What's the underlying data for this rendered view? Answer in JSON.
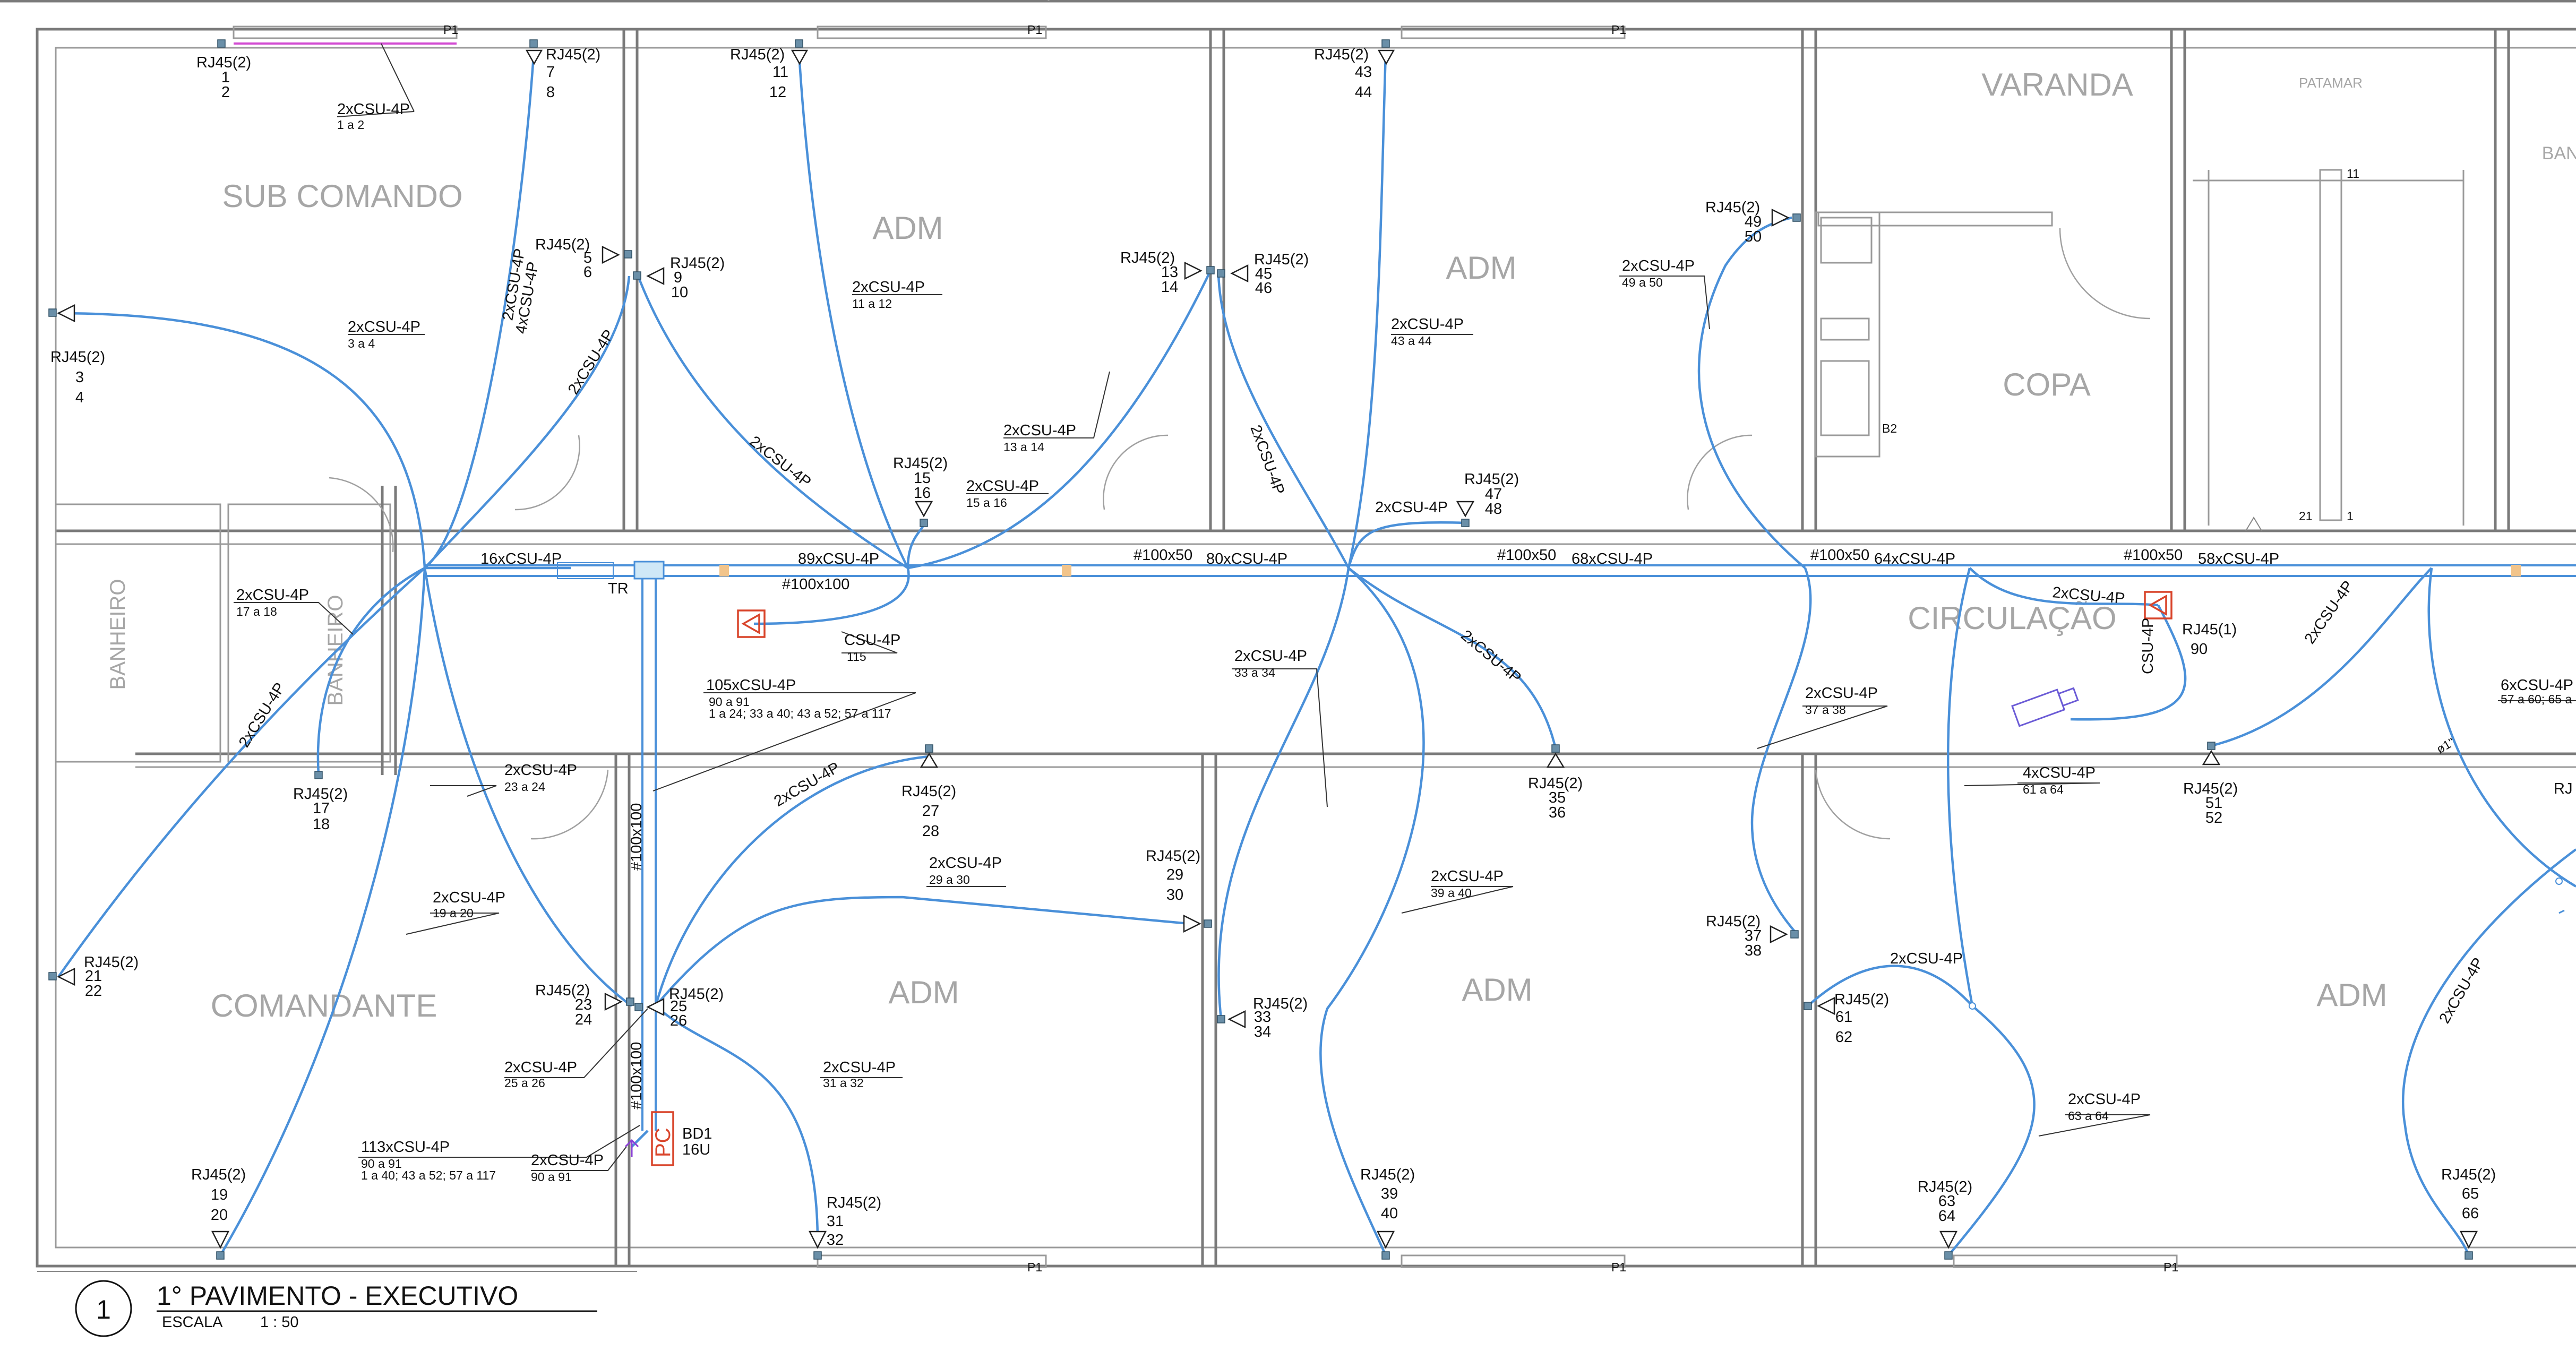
{
  "rooms": {
    "sub_comando": "SUB COMANDO",
    "adm_1": "ADM",
    "adm_2": "ADM",
    "adm_3": "ADM",
    "adm_4": "ADM",
    "adm_5": "ADM",
    "varanda": "VARANDA",
    "copa": "COPA",
    "circulacao": "CIRCULAÇÃO",
    "banheiro_1": "BANHEIRO",
    "banheiro_2": "BANHEIRO",
    "comandante": "COMANDANTE",
    "patamar": "PATAMAR",
    "banh_cut": "BANH"
  },
  "doors": {
    "p1": "P1"
  },
  "markers": {
    "b2": "B2",
    "n11": "11",
    "n21": "21",
    "n1": "1"
  },
  "trays": {
    "t1": "#100x100",
    "t2": "#100x50",
    "t3": "#100x50",
    "t4": "#100x50",
    "t5": "#100x50",
    "v1": "#100x100",
    "v2": "#100x100"
  },
  "tr": "TR",
  "rack": {
    "pc": "PC",
    "bd1": "BD1",
    "units": "16U"
  },
  "runs": {
    "r16": "16xCSU-4P",
    "r89": "89xCSU-4P",
    "r80": "80xCSU-4P",
    "r68": "68xCSU-4P",
    "r64": "64xCSU-4P",
    "r58": "58xCSU-4P",
    "r105": "105xCSU-4P",
    "r105_a": "90 a 91",
    "r105_b": "1 a 24; 33 a 40; 43 a 52; 57 a 117",
    "r113": "113xCSU-4P",
    "r113_a": "90 a 91",
    "r113_b": "1 a 40; 43 a 52; 57 a 117",
    "r6": "6xCSU-4P",
    "r6_a": "57 a 60; 65 a",
    "r4": "4xCSU-4P",
    "r4v": "4xCSU-4P",
    "r4_a": "61 a 64",
    "csu115": "CSU-4P",
    "csu115_a": "115",
    "csu90": "CSU-4P",
    "cut_tag": "ø1\""
  },
  "cables": {
    "c1": "2xCSU-4P",
    "c1a": "1 a 2",
    "c3": "2xCSU-4P",
    "c3a": "3 a 4",
    "c11": "2xCSU-4P",
    "c11a": "11 a 12",
    "c13": "2xCSU-4P",
    "c13a": "13 a 14",
    "c15": "2xCSU-4P",
    "c15a": "15 a 16",
    "c17": "2xCSU-4P",
    "c17a": "17 a 18",
    "c19": "2xCSU-4P",
    "c19a": "19 a 20",
    "c23": "2xCSU-4P",
    "c23a": "23 a 24",
    "c25": "2xCSU-4P",
    "c25a": "25 a 26",
    "c29": "2xCSU-4P",
    "c29a": "29 a 30",
    "c31": "2xCSU-4P",
    "c31a": "31 a 32",
    "c33": "2xCSU-4P",
    "c33a": "33 a 34",
    "c37": "2xCSU-4P",
    "c37a": "37 a 38",
    "c39": "2xCSU-4P",
    "c39a": "39 a 40",
    "c43": "2xCSU-4P",
    "c43a": "43 a 44",
    "c49": "2xCSU-4P",
    "c49a": "49 a 50",
    "c63": "2xCSU-4P",
    "c63a": "63 a 64",
    "c91": "2xCSU-4P",
    "c91a": "90 a 91",
    "c47": "2xCSU-4P",
    "c61": "2xCSU-4P",
    "c90": "2xCSU-4P",
    "d_a": "2xCSU-4P",
    "d_b": "2xCSU-4P",
    "d_c": "2xCSU-4P",
    "d_d": "2xCSU-4P",
    "d_e": "2xCSU-4P",
    "d_f": "2xCSU-4P",
    "d_g": "2xCSU-4P",
    "d_h": "2xCSU-4P"
  },
  "outlets": {
    "o1": {
      "type": "RJ45(2)",
      "a": "1",
      "b": "2"
    },
    "o7": {
      "type": "RJ45(2)",
      "a": "7",
      "b": "8"
    },
    "o11": {
      "type": "RJ45(2)",
      "a": "11",
      "b": "12"
    },
    "o43": {
      "type": "RJ45(2)",
      "a": "43",
      "b": "44"
    },
    "o3": {
      "type": "RJ45(2)",
      "a": "3",
      "b": "4"
    },
    "o5": {
      "type": "RJ45(2)",
      "a": "5",
      "b": "6"
    },
    "o9": {
      "type": "RJ45(2)",
      "a": "9",
      "b": "10"
    },
    "o13": {
      "type": "RJ45(2)",
      "a": "13",
      "b": "14"
    },
    "o45": {
      "type": "RJ45(2)",
      "a": "45",
      "b": "46"
    },
    "o49": {
      "type": "RJ45(2)",
      "a": "49",
      "b": "50"
    },
    "o15": {
      "type": "RJ45(2)",
      "a": "15",
      "b": "16"
    },
    "o47": {
      "type": "RJ45(2)",
      "a": "47",
      "b": "48"
    },
    "o90": {
      "type": "RJ45(1)",
      "a": "90"
    },
    "o17": {
      "type": "RJ45(2)",
      "a": "17",
      "b": "18"
    },
    "o27": {
      "type": "RJ45(2)",
      "a": "27",
      "b": "28"
    },
    "o35": {
      "type": "RJ45(2)",
      "a": "35",
      "b": "36"
    },
    "o51": {
      "type": "RJ45(2)",
      "a": "51",
      "b": "52"
    },
    "o29": {
      "type": "RJ45(2)",
      "a": "29",
      "b": "30"
    },
    "o37": {
      "type": "RJ45(2)",
      "a": "37",
      "b": "38"
    },
    "o21": {
      "type": "RJ45(2)",
      "a": "21",
      "b": "22"
    },
    "o23": {
      "type": "RJ45(2)",
      "a": "23",
      "b": "24"
    },
    "o25": {
      "type": "RJ45(2)",
      "a": "25",
      "b": "26"
    },
    "o33": {
      "type": "RJ45(2)",
      "a": "33",
      "b": "34"
    },
    "o61": {
      "type": "RJ45(2)",
      "a": "61",
      "b": "62"
    },
    "o19": {
      "type": "RJ45(2)",
      "a": "19",
      "b": "20"
    },
    "o31": {
      "type": "RJ45(2)",
      "a": "31",
      "b": "32"
    },
    "o39": {
      "type": "RJ45(2)",
      "a": "39",
      "b": "40"
    },
    "o63": {
      "type": "RJ45(2)",
      "a": "63",
      "b": "64"
    },
    "o65": {
      "type": "RJ45(2)",
      "a": "65",
      "b": "66"
    },
    "o_cut": {
      "type": "RJ"
    }
  },
  "title": {
    "number": "1",
    "name": "1° PAVIMENTO - EXECUTIVO",
    "scale_label": "ESCALA",
    "scale_value": "1 : 50"
  },
  "colors": {
    "cable": "#4a90d9",
    "wall": "#7a7a7a",
    "room_label": "#a6a6a6",
    "equipment": "#d9452b",
    "outlet": "#6a8fa8",
    "door_strip": "#d24bd2"
  }
}
